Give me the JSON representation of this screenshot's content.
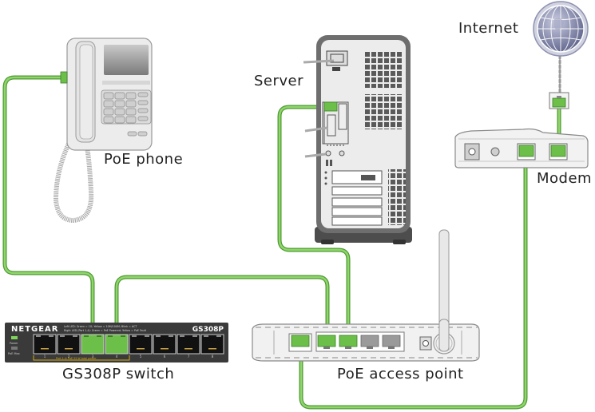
{
  "labels": {
    "internet": "Internet",
    "server": "Server",
    "phone": "PoE phone",
    "modem": "Modem",
    "switch": "GS308P switch",
    "access_point": "PoE access point"
  },
  "switch": {
    "brand": "NETGEAR",
    "model": "GS308P",
    "led_legend_line1": "Left LED: Green = 1G; Yellow = 10M/100M; Blink = ACT",
    "led_legend_line2": "Right LED (Port 1-4): Green = PoE Powered; Yellow = PoE Fault",
    "power_label": "Power",
    "poe_max_label": "PoE Max",
    "poe_ports_note": "Port 1-4: PoE 55 W total power",
    "port_numbers": [
      "1",
      "2",
      "3",
      "4",
      "5",
      "6",
      "7",
      "8"
    ],
    "connected_ports": [
      3,
      4
    ]
  },
  "colors": {
    "cable": "#6cc04a",
    "cable_edge": "#4d9a33",
    "port_active": "#6cc04a",
    "switch_body": "#3a3a3a",
    "device_light": "#f1f1f1",
    "device_outline": "#8a8a8a",
    "globe": "#7b7fa6",
    "poe_bracket": "#d4aa1a"
  },
  "connections": [
    {
      "from": "PoE phone",
      "to": "GS308P switch port 3"
    },
    {
      "from": "GS308P switch port 4",
      "to": "PoE access point LAN 1"
    },
    {
      "from": "Server",
      "to": "PoE access point LAN 2"
    },
    {
      "from": "PoE access point WAN",
      "to": "Modem"
    },
    {
      "from": "Modem",
      "to": "Internet"
    }
  ]
}
